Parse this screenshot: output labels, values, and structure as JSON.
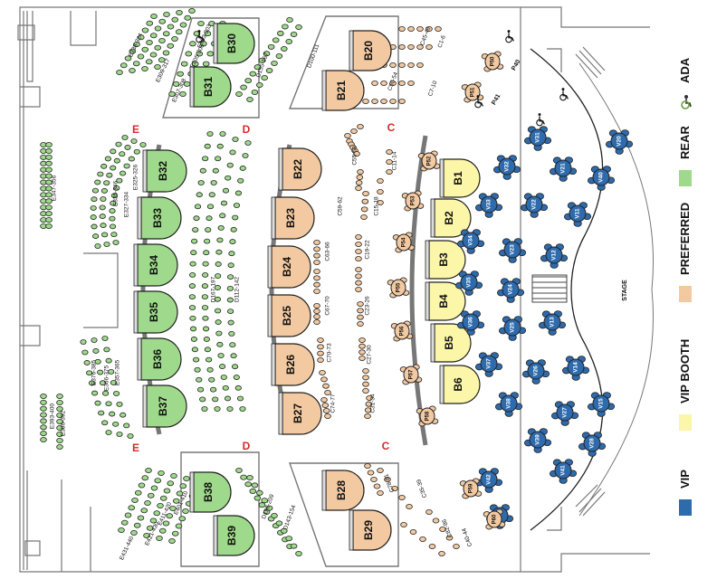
{
  "stage_label": "STAGE",
  "colors": {
    "vip": "#2e6bad",
    "vip_booth": "#fbf6a8",
    "preferred": "#f2c9a1",
    "rear": "#9fd98b",
    "outline": "#222222",
    "wall": "#777777",
    "row_letter": "#d42a2a"
  },
  "legend": [
    {
      "key": "vip",
      "label": "VIP"
    },
    {
      "key": "vip_booth",
      "label": "VIP BOOTH"
    },
    {
      "key": "preferred",
      "label": "PREFERRED"
    },
    {
      "key": "rear",
      "label": "REAR"
    },
    {
      "key": "ada",
      "label": "ADA",
      "icon": "wheelchair-icon"
    }
  ],
  "row_letters": [
    "E",
    "D",
    "C",
    "E",
    "D",
    "C"
  ],
  "booths": {
    "vip_booth": [
      "B1",
      "B2",
      "B3",
      "B4",
      "B5",
      "B6"
    ],
    "preferred": [
      "B20",
      "B21",
      "B22",
      "B23",
      "B24",
      "B25",
      "B26",
      "B27",
      "B28",
      "B29"
    ],
    "rear": [
      "B30",
      "B31",
      "B32",
      "B33",
      "B34",
      "B35",
      "B36",
      "B37",
      "B38",
      "B39"
    ]
  },
  "vip_tables": [
    "V11",
    "V12",
    "V13",
    "V14",
    "V15",
    "V20",
    "V21",
    "V22",
    "V23",
    "V24",
    "V25",
    "V26",
    "V27",
    "V28",
    "V31",
    "V32",
    "V33",
    "V34",
    "V35",
    "V36",
    "V37",
    "V38",
    "V39",
    "V40",
    "V41",
    "V42",
    "V43"
  ],
  "preferred_tables": [
    "P50",
    "P51",
    "P52",
    "P53",
    "P54",
    "P55",
    "P56",
    "P57",
    "P58",
    "P59",
    "P60"
  ],
  "row_labels": {
    "rear": [
      "E347-356",
      "E393-400",
      "E386-392",
      "E338-324",
      "E309-317",
      "E305-306",
      "E303-303",
      "E307-308",
      "E335-346",
      "E327-334",
      "E325-326",
      "E376-385",
      "E366-375",
      "E357-365",
      "E411-420",
      "E421-430",
      "E401-410",
      "E431-440",
      "D155-167",
      "D167-197",
      "D112-142",
      "D198-209",
      "D143-154"
    ],
    "preferred": [
      "D100-111",
      "C45-49",
      "C1-6",
      "C50-54",
      "C7-10",
      "C55-58",
      "C11-14",
      "C59-62",
      "C15-18",
      "C63-66",
      "C19-22",
      "C67-70",
      "C23-26",
      "C70-73",
      "C27-30",
      "C74-77",
      "C31-34",
      "C78-81",
      "C35-39",
      "C82-86",
      "C40-44"
    ]
  },
  "seat_extras": [
    "P41",
    "P40"
  ],
  "ada_markers": [
    "wheelchair-icon"
  ]
}
